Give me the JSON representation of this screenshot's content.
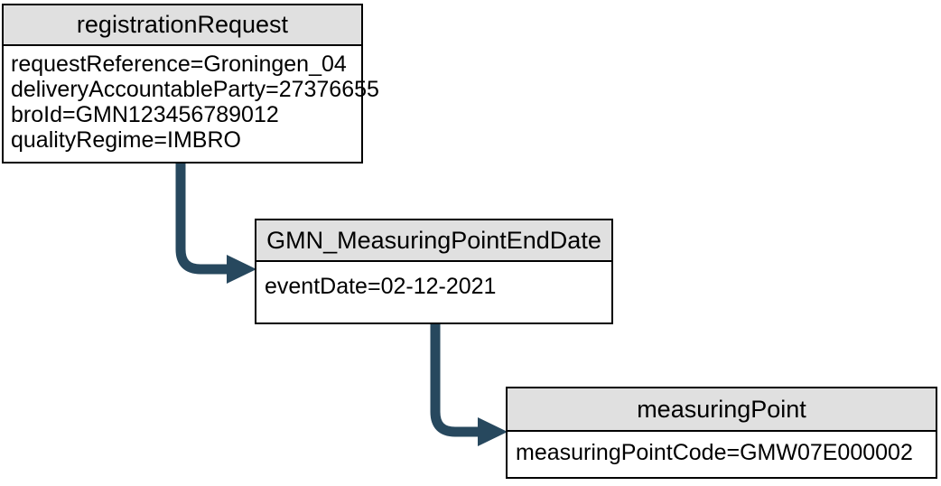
{
  "diagram": {
    "colors": {
      "background": "#ffffff",
      "node_border": "#000000",
      "node_header_fill": "#e0e0e0",
      "node_body_fill": "#ffffff",
      "text": "#000000",
      "arrow": "#27485e"
    },
    "nodes": [
      {
        "id": "registrationRequest",
        "title": "registrationRequest",
        "attributes": [
          "requestReference=Groningen_04",
          "deliveryAccountableParty=27376655",
          "broId=GMN123456789012",
          "qualityRegime=IMBRO"
        ]
      },
      {
        "id": "GMN_MeasuringPointEndDate",
        "title": "GMN_MeasuringPointEndDate",
        "attributes": [
          "eventDate=02-12-2021"
        ]
      },
      {
        "id": "measuringPoint",
        "title": "measuringPoint",
        "attributes": [
          "measuringPointCode=GMW07E000002"
        ]
      }
    ],
    "edges": [
      {
        "from": "registrationRequest",
        "to": "GMN_MeasuringPointEndDate"
      },
      {
        "from": "GMN_MeasuringPointEndDate",
        "to": "measuringPoint"
      }
    ]
  }
}
